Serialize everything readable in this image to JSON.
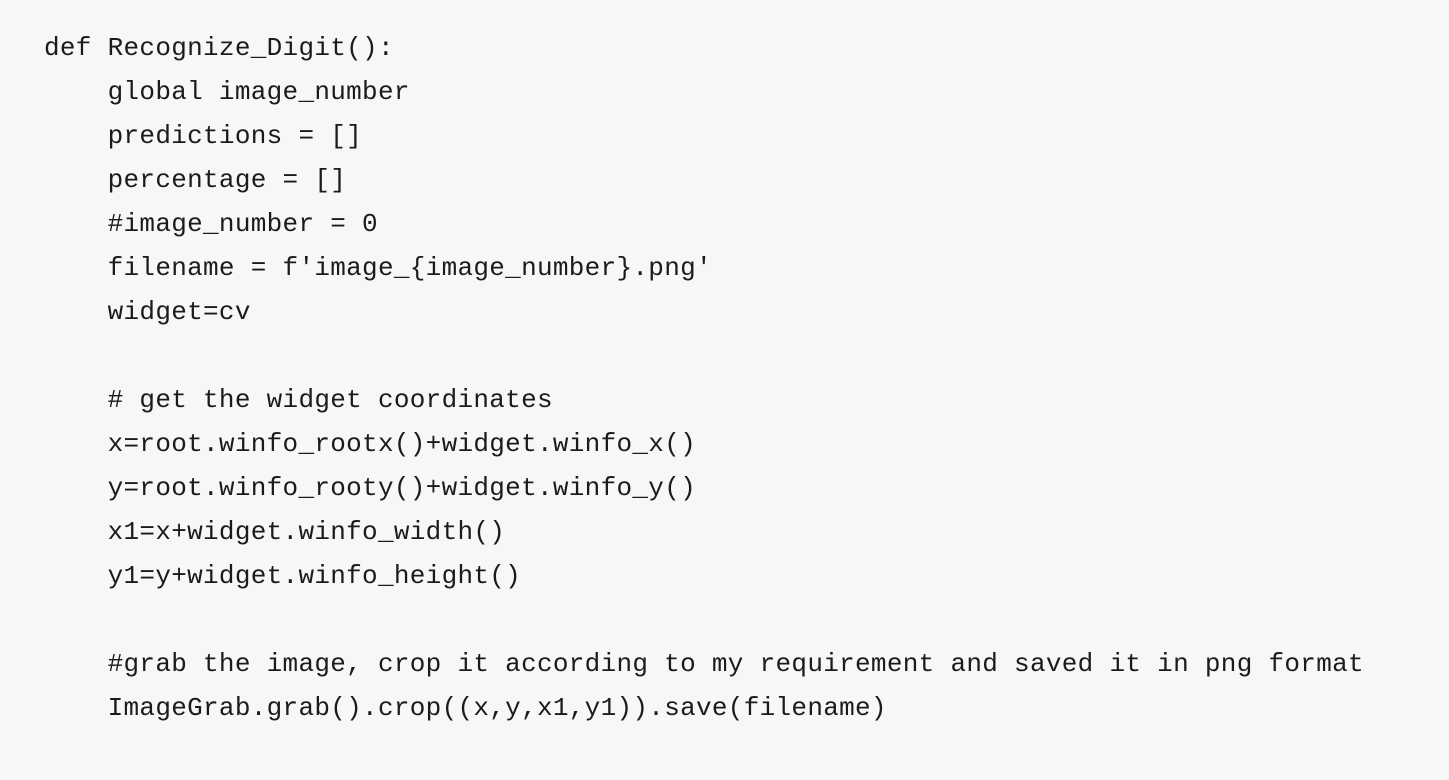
{
  "page": {
    "background_color": "#f7f7f7",
    "text_color": "#1b1b1b"
  },
  "code": {
    "language": "python",
    "lines": [
      "def Recognize_Digit():",
      "    global image_number",
      "    predictions = []",
      "    percentage = []",
      "    #image_number = 0",
      "    filename = f'image_{image_number}.png'",
      "    widget=cv",
      "",
      "    # get the widget coordinates",
      "    x=root.winfo_rootx()+widget.winfo_x()",
      "    y=root.winfo_rooty()+widget.winfo_y()",
      "    x1=x+widget.winfo_width()",
      "    y1=y+widget.winfo_height()",
      "",
      "    #grab the image, crop it according to my requirement and saved it in png format",
      "    ImageGrab.grab().crop((x,y,x1,y1)).save(filename)"
    ]
  }
}
